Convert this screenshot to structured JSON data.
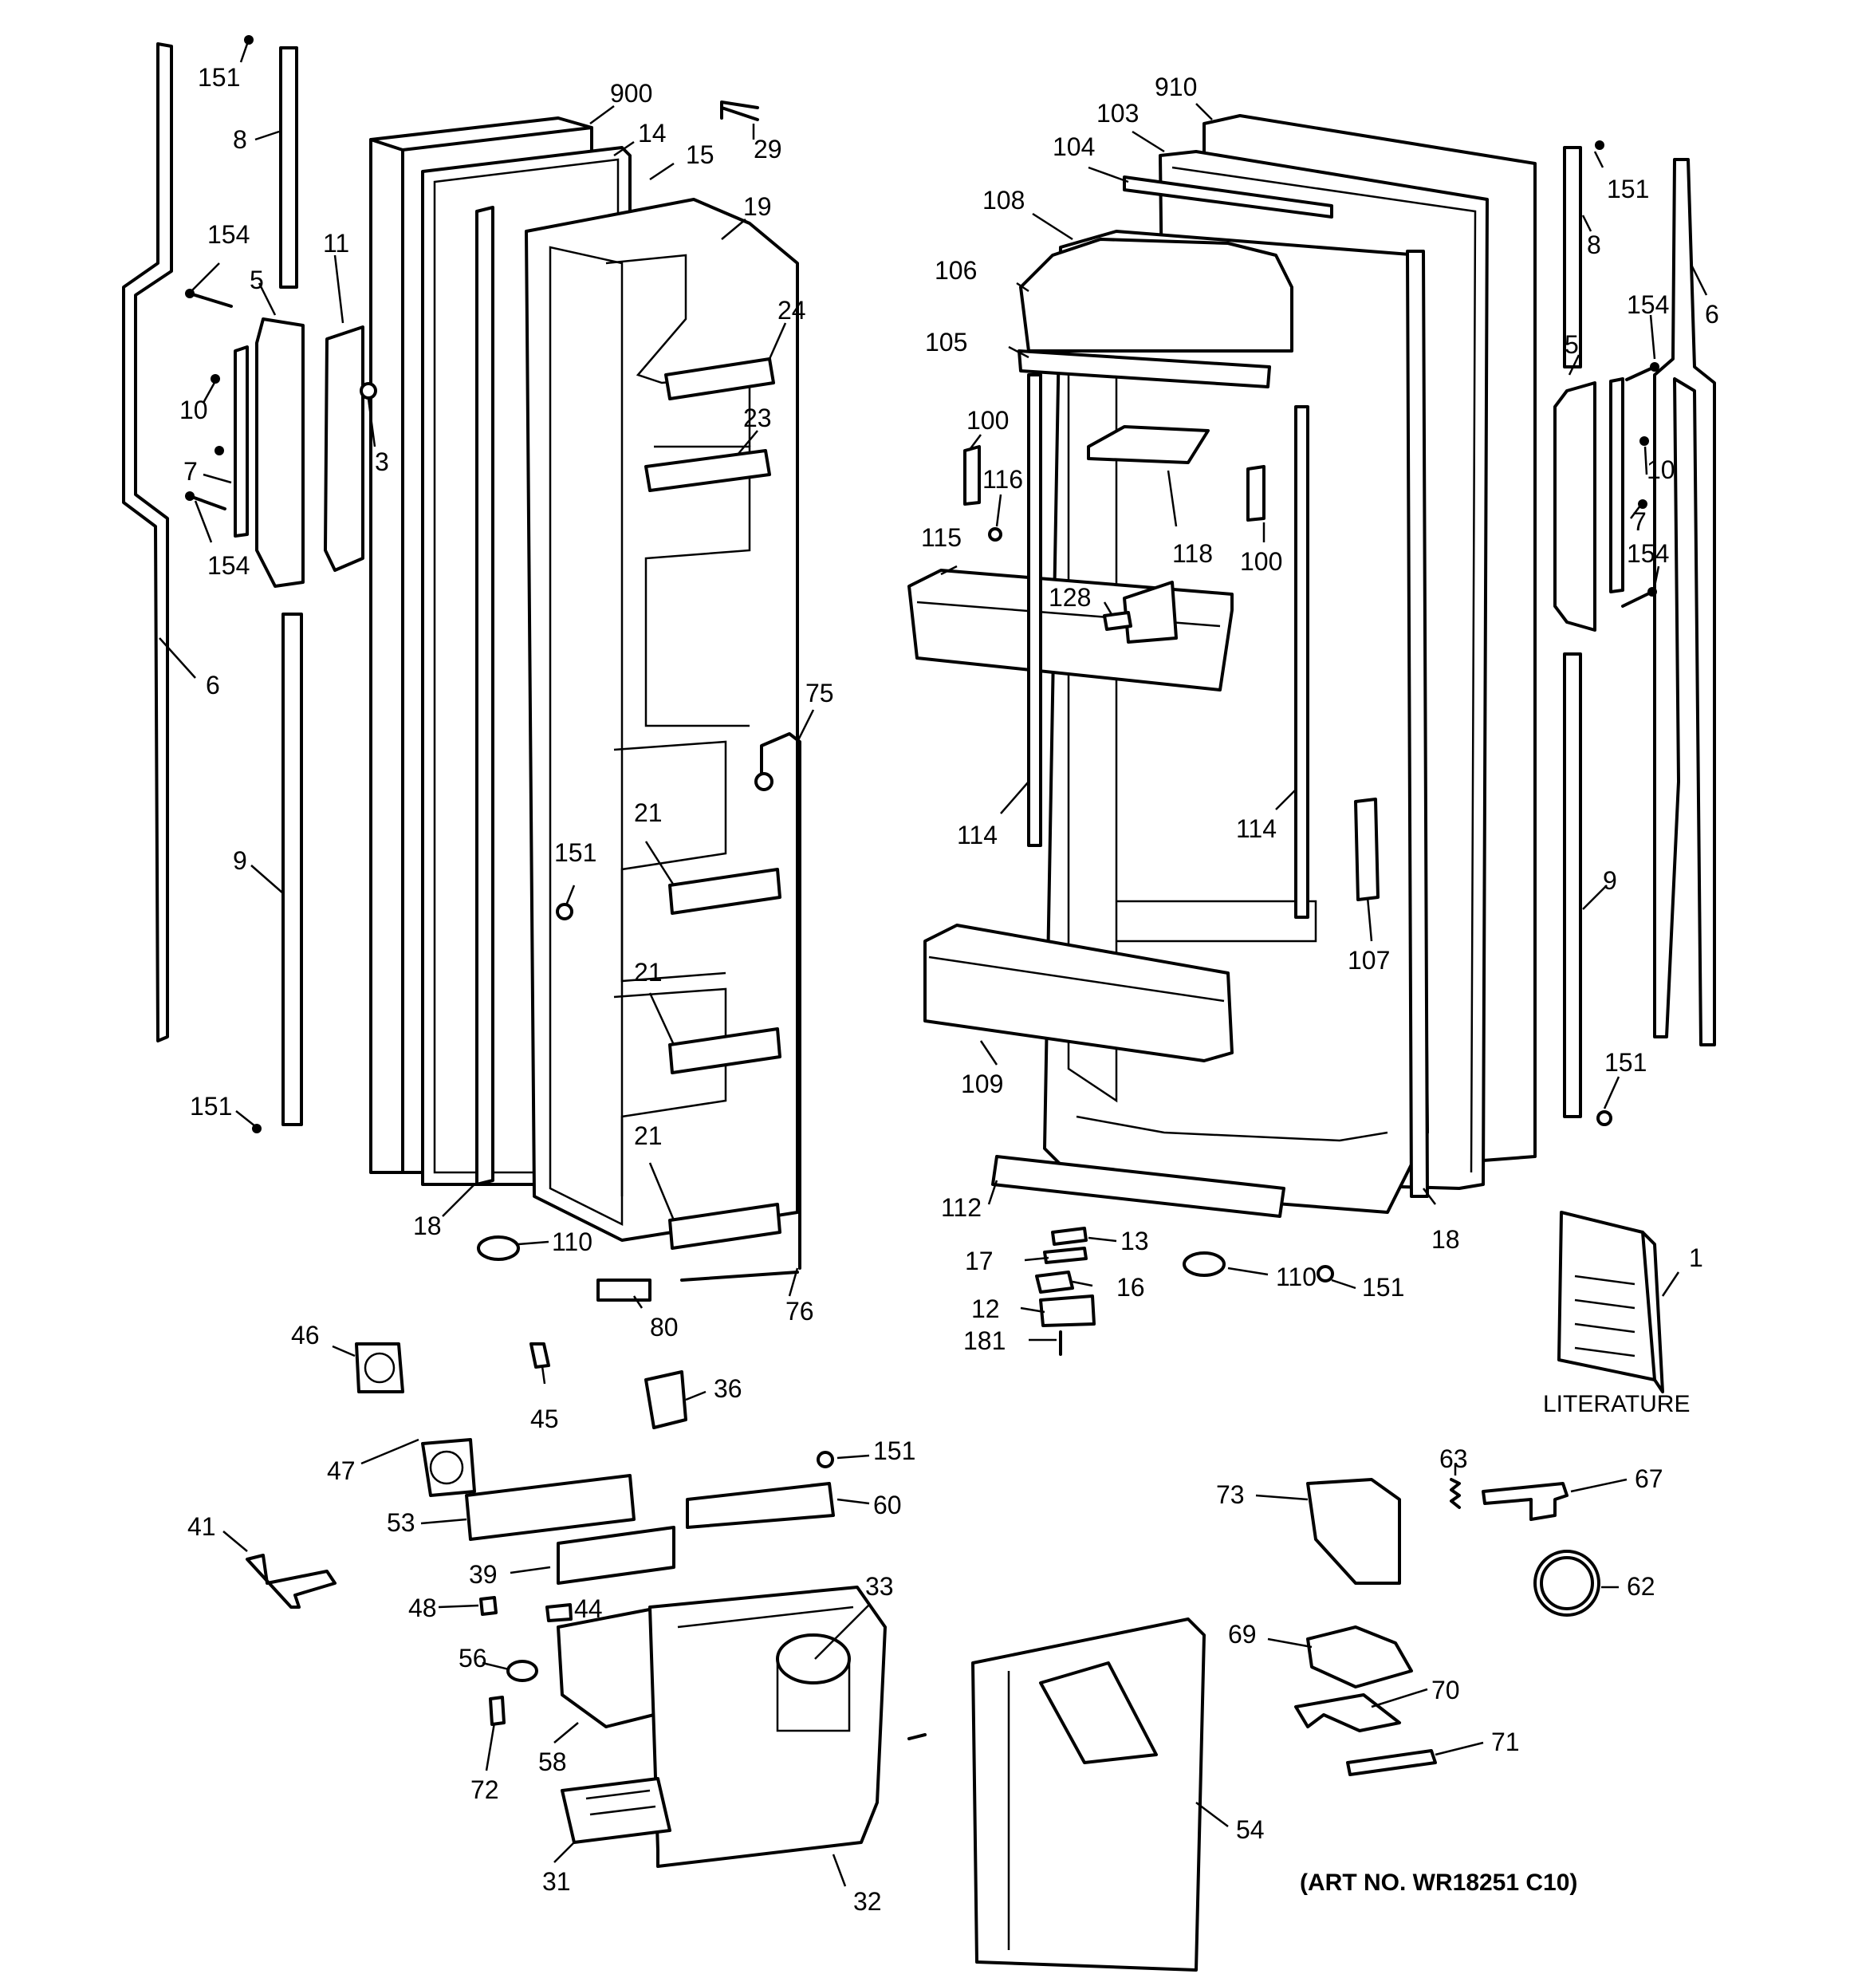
{
  "callouts": [
    "151",
    "8",
    "900",
    "29",
    "14",
    "15",
    "19",
    "154",
    "11",
    "5",
    "24",
    "10",
    "3",
    "7",
    "23",
    "154",
    "6",
    "75",
    "151",
    "21",
    "9",
    "21",
    "151",
    "21",
    "18",
    "110",
    "80",
    "76",
    "910",
    "103",
    "104",
    "108",
    "106",
    "105",
    "100",
    "116",
    "118",
    "100",
    "115",
    "128",
    "114",
    "114",
    "107",
    "109",
    "112",
    "13",
    "17",
    "16",
    "12",
    "181",
    "110",
    "151",
    "18",
    "151",
    "8",
    "6",
    "154",
    "5",
    "10",
    "7",
    "154",
    "9",
    "151",
    "1",
    "46",
    "45",
    "36",
    "47",
    "151",
    "60",
    "53",
    "41",
    "39",
    "48",
    "44",
    "33",
    "56",
    "58",
    "72",
    "31",
    "32",
    "54",
    "73",
    "63",
    "67",
    "62",
    "69",
    "70",
    "71"
  ],
  "literature_label": "LITERATURE",
  "art_number": "(ART NO. WR18251 C10)"
}
